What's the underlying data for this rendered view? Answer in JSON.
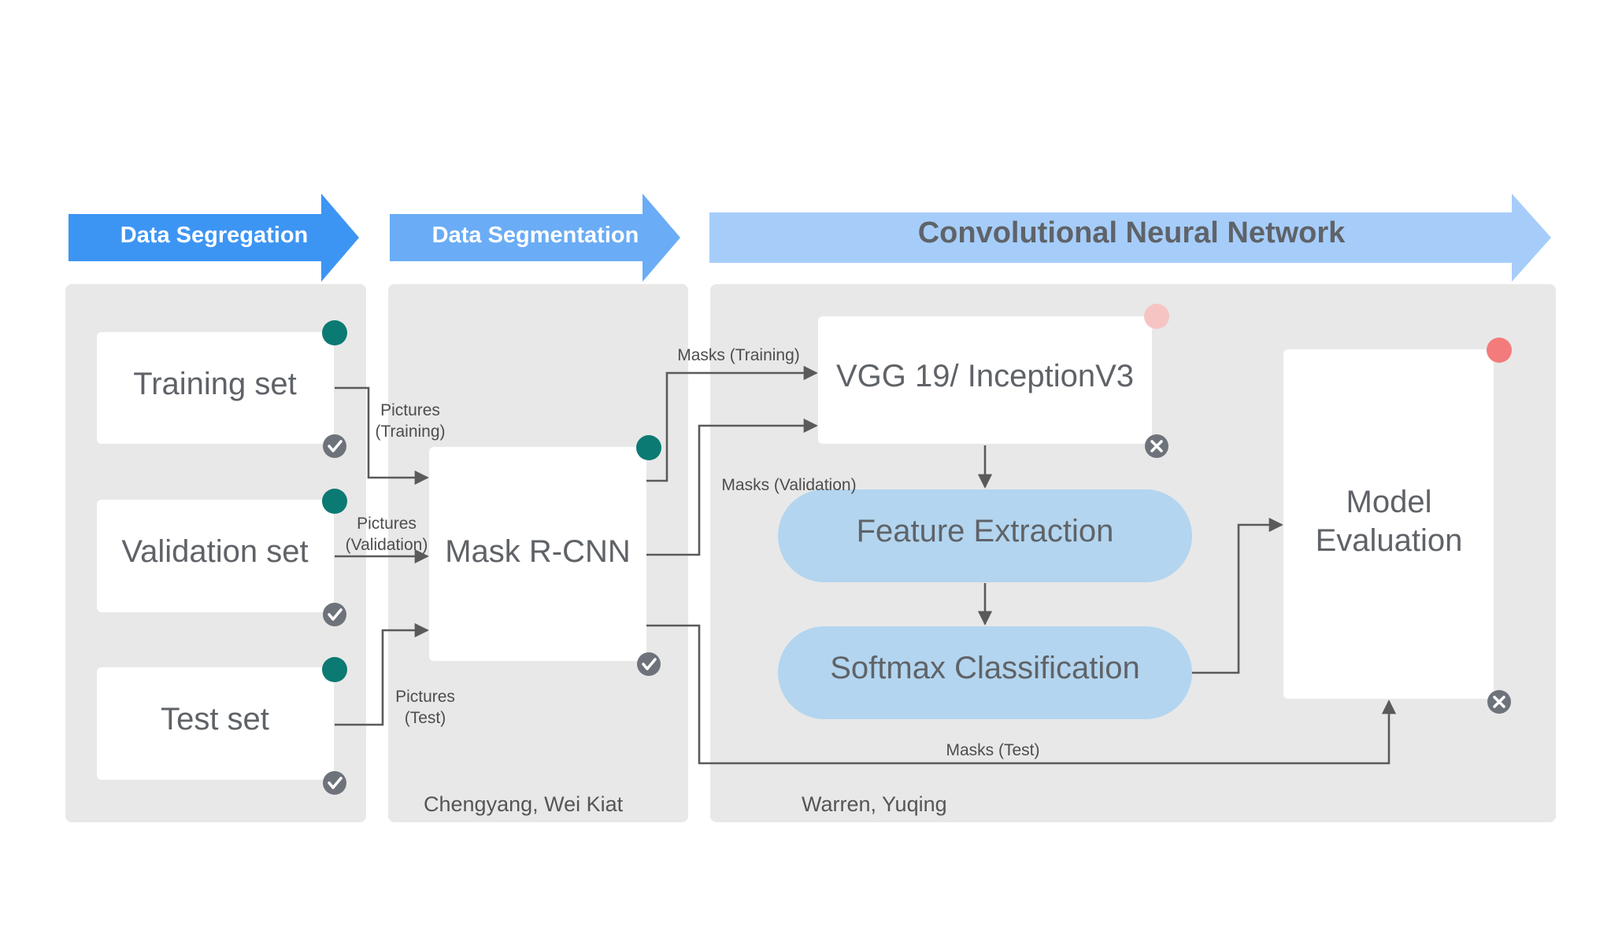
{
  "stages": {
    "segregation": {
      "label": "Data Segregation",
      "color": "#3d95f3"
    },
    "segmentation": {
      "label": "Data Segmentation",
      "color": "#6aacf5"
    },
    "cnn": {
      "label": "Convolutional Neural Network",
      "color": "#a6cdfa"
    }
  },
  "colors": {
    "panel": "#e8e8e8",
    "node": "#ffffff",
    "process_node": "#b3d5ef",
    "done_dot": "#0b7a73",
    "check_badge": "#6e737b",
    "error_dot": "#f47b7b",
    "pending_dot": "#f7c4c4",
    "connector": "#5a5a5a"
  },
  "nodes": {
    "training_set": "Training set",
    "validation_set": "Validation set",
    "test_set": "Test set",
    "mask_rcnn": "Mask R-CNN",
    "vgg": "VGG 19/ InceptionV3",
    "feature_extraction": "Feature Extraction",
    "softmax": "Softmax Classification",
    "model_evaluation": [
      "Model",
      "Evaluation"
    ]
  },
  "edges": {
    "pictures_training": [
      "Pictures",
      "(Training)"
    ],
    "pictures_validation": [
      "Pictures",
      "(Validation)"
    ],
    "pictures_test": [
      "Pictures",
      "(Test)"
    ],
    "masks_training": "Masks (Training)",
    "masks_validation": "Masks (Validation)",
    "masks_test": "Masks (Test)"
  },
  "credits": {
    "segmentation": "Chengyang, Wei Kiat",
    "cnn": "Warren, Yuqing"
  },
  "status_icons": {
    "done": "teal-dot-icon",
    "check": "checkmark-badge-icon",
    "error": "cross-badge-icon",
    "pending": "red-dot-icon"
  }
}
